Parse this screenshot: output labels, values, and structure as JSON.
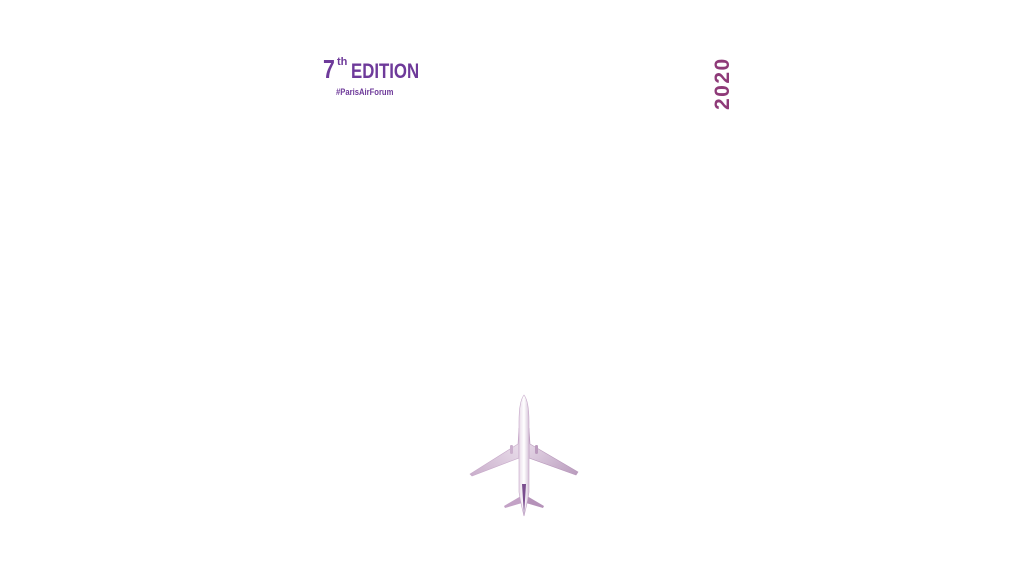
{
  "edition": {
    "number": "7",
    "suffix": "th",
    "word": "EDITION",
    "hashtag": "#ParisAirForum"
  },
  "year": "2020",
  "colors": {
    "edition": "#6e3a9a",
    "year": "#8e3a78",
    "background": "#ffffff"
  },
  "icons": {
    "plane": "airplane-icon"
  }
}
